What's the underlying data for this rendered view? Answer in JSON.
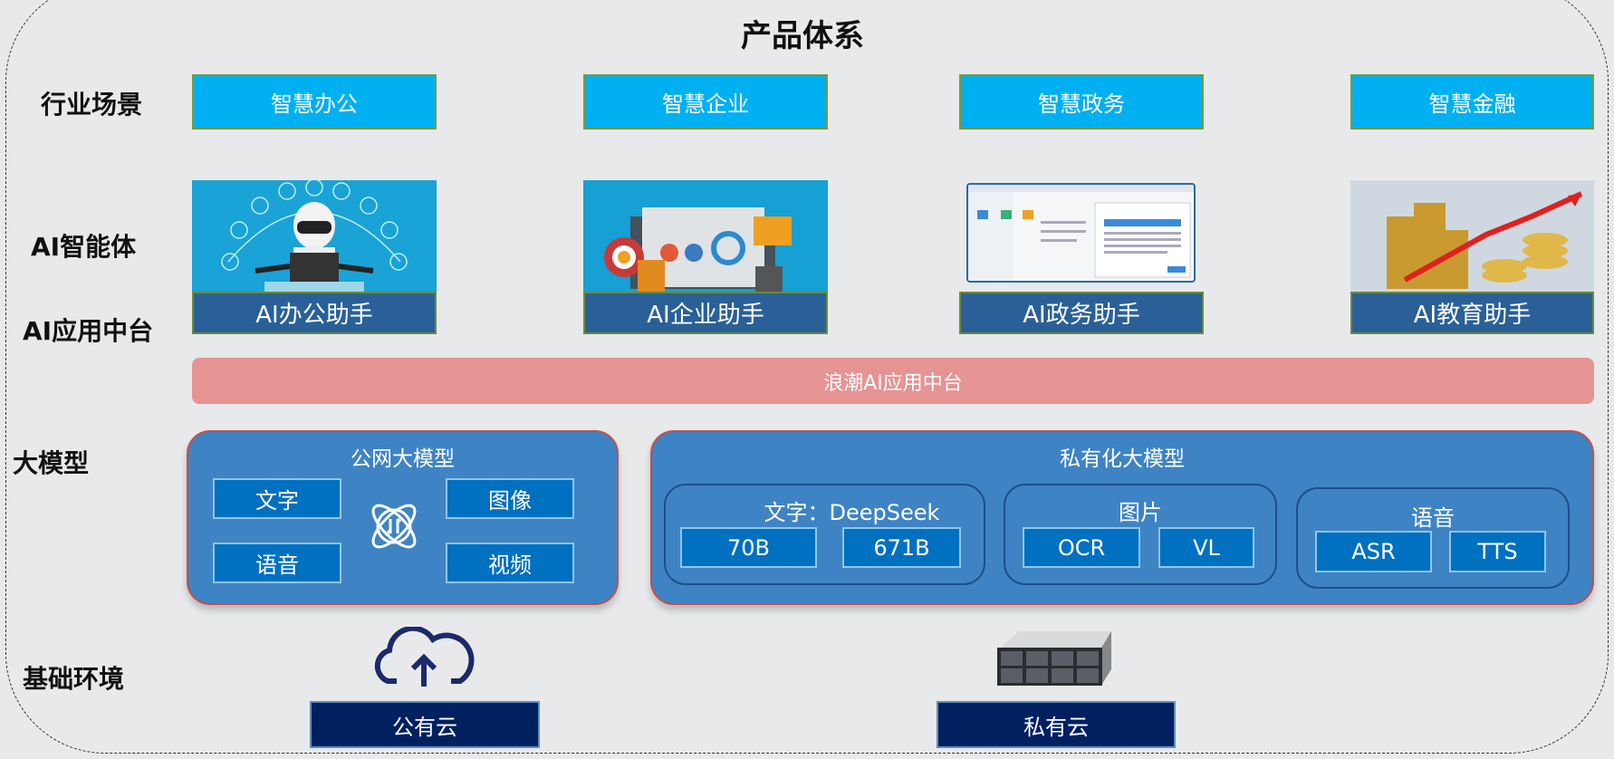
{
  "title": "产品体系",
  "row_labels": {
    "scenario": "行业场景",
    "agent": "AI智能体",
    "platform": "AI应用中台",
    "model": "大模型",
    "infra": "基础环境"
  },
  "scenarios": [
    "智慧办公",
    "智慧企业",
    "智慧政务",
    "智慧金融"
  ],
  "agents": [
    "AI办公助手",
    "AI企业助手",
    "AI政务助手",
    "AI教育助手"
  ],
  "platform_bar": "浪潮AI应用中台",
  "public_model": {
    "title": "公网大模型",
    "items": [
      "文字",
      "图像",
      "语音",
      "视频"
    ]
  },
  "private_model": {
    "title": "私有化大模型",
    "groups": [
      {
        "title": "文字：DeepSeek",
        "items": [
          "70B",
          "671B"
        ]
      },
      {
        "title": "图片",
        "items": [
          "OCR",
          "VL"
        ]
      },
      {
        "title": "语音",
        "items": [
          "ASR",
          "TTS"
        ]
      }
    ]
  },
  "infra": {
    "public": "公有云",
    "private": "私有云"
  },
  "colors": {
    "scene": "#00b0f0",
    "agent": "#2a6097",
    "platform": "#e69394",
    "model": "#3e84c4",
    "cloud": "#002060"
  }
}
